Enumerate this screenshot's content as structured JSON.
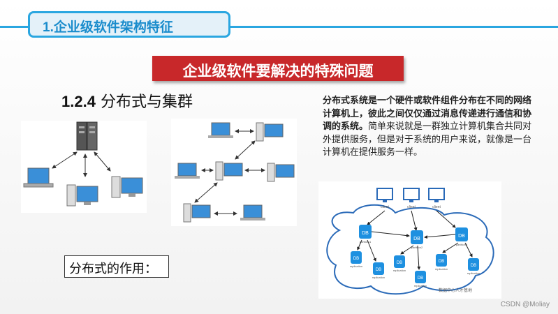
{
  "header": {
    "section_title": "1.企业级软件架构特征"
  },
  "banner": {
    "text": "企业级软件要解决的特殊问题"
  },
  "subtitle": {
    "number": "1.2.4",
    "text": "分布式与集群"
  },
  "description": {
    "bold": "分布式系统是一个硬件或软件组件分布在不同的网络计算机上，彼此之间仅仅通过消息传递进行通信和协调的系统。",
    "normal": "简单来说就是一群独立计算机集合共同对外提供服务，但是对于系统的用户来说，就像是一台计算机在提供服务一样。"
  },
  "role_box": {
    "text": "分布式的作用："
  },
  "cluster_diagram": {
    "client_labels": [
      "client",
      "client",
      "client"
    ],
    "db_label": "DB",
    "partition_labels": [
      "partition1",
      "partition2",
      "partition3"
    ],
    "replication_label": "replication",
    "source_note": "数据中心人才基地"
  },
  "watermark": "CSDN @Moliay"
}
